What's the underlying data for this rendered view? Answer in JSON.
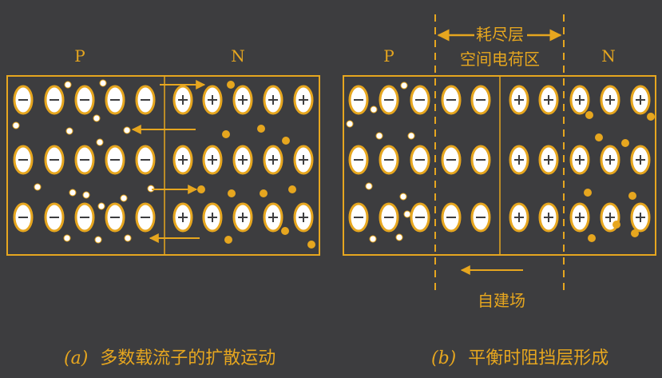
{
  "colors": {
    "background": "#3d3d3f",
    "accent": "#e6a61f",
    "ion_fill": "#ffffff"
  },
  "left_panel": {
    "p_label": "P",
    "n_label": "N",
    "caption_prefix": "(a)",
    "caption_text": "多数载流子的扩散运动"
  },
  "right_panel": {
    "p_label": "P",
    "n_label": "N",
    "depletion_label": "耗尽层",
    "space_charge_label": "空间电荷区",
    "built_in_field_label": "自建场",
    "caption_prefix": "(b)",
    "caption_text": "平衡时阻挡层形成"
  },
  "ion_symbols": {
    "negative": "−",
    "positive": "+"
  }
}
